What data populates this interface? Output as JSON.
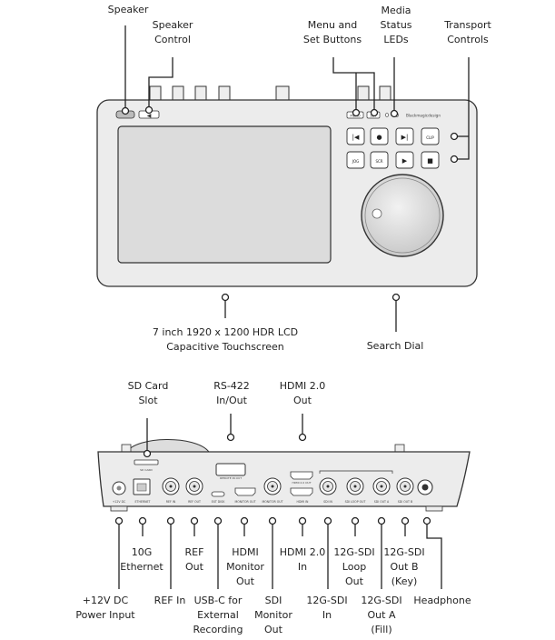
{
  "top_labels": [
    {
      "id": "speaker",
      "lines": [
        "Speaker"
      ]
    },
    {
      "id": "speaker-control",
      "lines": [
        "Speaker",
        "Control"
      ]
    },
    {
      "id": "menu-set",
      "lines": [
        "Menu and",
        "Set Buttons"
      ]
    },
    {
      "id": "media-status",
      "lines": [
        "Media",
        "Status",
        "LEDs"
      ]
    },
    {
      "id": "transport",
      "lines": [
        "Transport",
        "Controls"
      ]
    },
    {
      "id": "touchscreen",
      "lines": [
        "7 inch 1920 x 1200 HDR LCD",
        "Capacitive Touchscreen"
      ]
    },
    {
      "id": "search-dial",
      "lines": [
        "Search Dial"
      ]
    }
  ],
  "rear_labels": [
    {
      "id": "sd-card",
      "lines": [
        "SD Card",
        "Slot"
      ]
    },
    {
      "id": "rs422",
      "lines": [
        "RS-422",
        "In/Out"
      ]
    },
    {
      "id": "hdmi-out",
      "lines": [
        "HDMI 2.0",
        "Out"
      ]
    },
    {
      "id": "ethernet",
      "lines": [
        "10G",
        "Ethernet"
      ]
    },
    {
      "id": "ref-out",
      "lines": [
        "REF",
        "Out"
      ]
    },
    {
      "id": "hdmi-monitor",
      "lines": [
        "HDMI",
        "Monitor",
        "Out"
      ]
    },
    {
      "id": "hdmi-in",
      "lines": [
        "HDMI 2.0",
        "In"
      ]
    },
    {
      "id": "sdi-loop",
      "lines": [
        "12G-SDI",
        "Loop",
        "Out"
      ]
    },
    {
      "id": "sdi-outb",
      "lines": [
        "12G-SDI",
        "Out B",
        "(Key)"
      ]
    },
    {
      "id": "power",
      "lines": [
        "+12V DC",
        "Power Input"
      ]
    },
    {
      "id": "ref-in",
      "lines": [
        "REF In"
      ]
    },
    {
      "id": "usbc",
      "lines": [
        "USB-C for",
        "External",
        "Recording"
      ]
    },
    {
      "id": "sdi-monitor",
      "lines": [
        "SDI",
        "Monitor",
        "Out"
      ]
    },
    {
      "id": "sdi-in",
      "lines": [
        "12G-SDI",
        "In"
      ]
    },
    {
      "id": "sdi-outa",
      "lines": [
        "12G-SDI",
        "Out A",
        "(Fill)"
      ]
    },
    {
      "id": "headphone",
      "lines": [
        "Headphone"
      ]
    }
  ],
  "buttons": {
    "transport": [
      "|◀",
      "●",
      "▶|",
      "CLIP",
      "JOG",
      "SCR",
      "▶",
      "■"
    ],
    "menu": "MENU",
    "set": "SET",
    "brand": "Blackmagicdesign"
  },
  "rear_port_labels": [
    "+12V DC",
    "ETHERNET",
    "REF IN",
    "REF OUT",
    "EXT DISK",
    "MONITOR OUT",
    "MONITOR OUT",
    "HDMI IN",
    "SDI IN",
    "SDI LOOP OUT",
    "SDI OUT A",
    "SDI OUT B",
    "SD CARD",
    "REMOTE IN OUT",
    "HDMI 2.0 OUT"
  ],
  "colors": {
    "body": "#e9e9e9",
    "screen": "#d9d9d9",
    "line": "#222222"
  }
}
